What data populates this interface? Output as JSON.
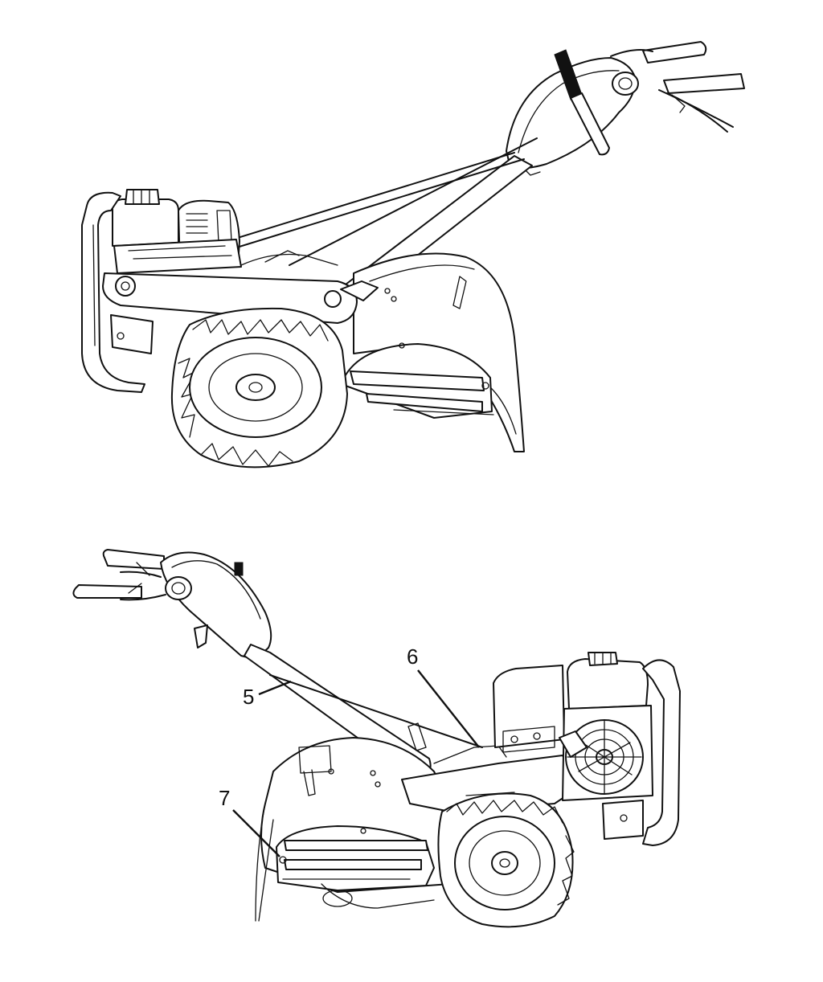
{
  "figure": {
    "views": [
      {
        "name": "rear-tine-tiller-left-side-view"
      },
      {
        "name": "rear-tine-tiller-right-side-view"
      }
    ],
    "callouts": [
      {
        "number": "5",
        "part": "handlebar-tube"
      },
      {
        "number": "6",
        "part": "control-cable-bracket"
      },
      {
        "number": "7",
        "part": "tine-hood-flap"
      }
    ]
  }
}
